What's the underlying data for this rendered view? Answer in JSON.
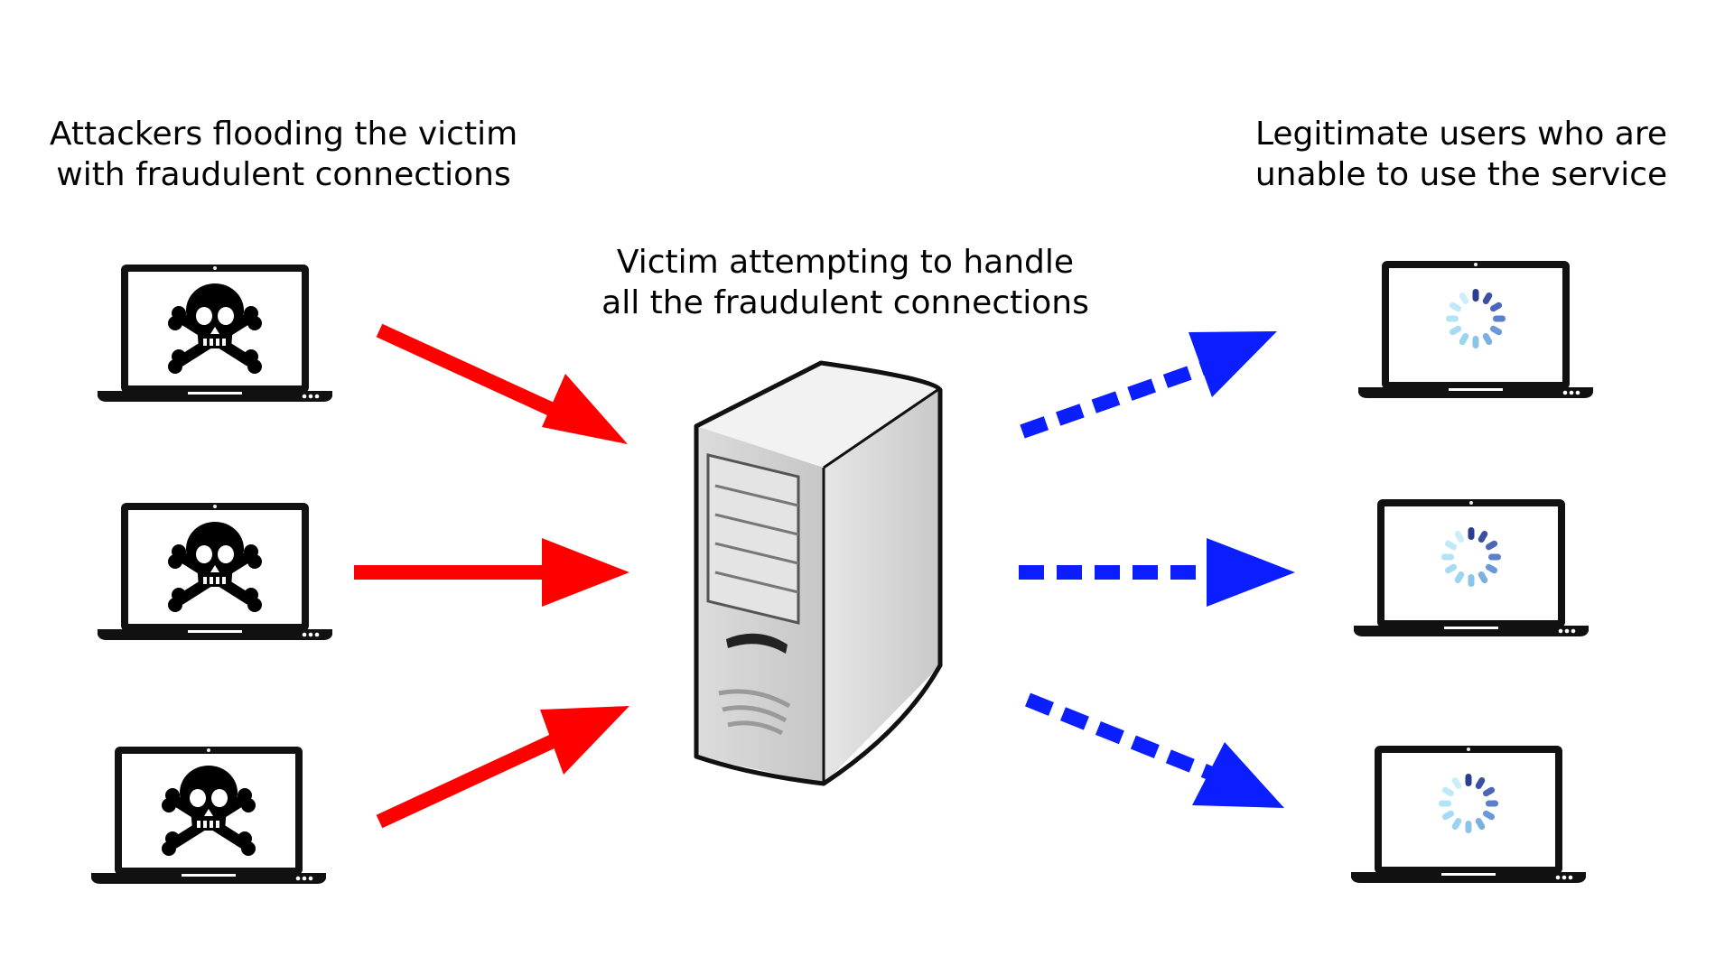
{
  "captions": {
    "attackers": {
      "line1": "Attackers flooding the victim",
      "line2": "with fraudulent connections"
    },
    "victim": {
      "line1": "Victim attempting to handle",
      "line2": "all the fraudulent connections"
    },
    "users": {
      "line1": "Legitimate users who are",
      "line2": "unable to use the service"
    }
  },
  "nodes": {
    "attackers": {
      "count": 3,
      "icon": "skull-crossbones-icon"
    },
    "victim": {
      "icon": "server-tower-icon"
    },
    "users": {
      "count": 3,
      "icon": "loading-spinner-icon"
    }
  },
  "colors": {
    "attack_arrow": "#ff0000",
    "user_arrow": "#0a1eff",
    "server_body": "#d8d8d8",
    "spinner": [
      "#2a3d8f",
      "#3b4fa3",
      "#4a66b8",
      "#5a7fcc",
      "#6a98d8",
      "#7ab0e0",
      "#8ac4ea",
      "#9ad4f0",
      "#a6dcf3",
      "#b3e4f6",
      "#bfe9f8",
      "#cceefa"
    ]
  }
}
